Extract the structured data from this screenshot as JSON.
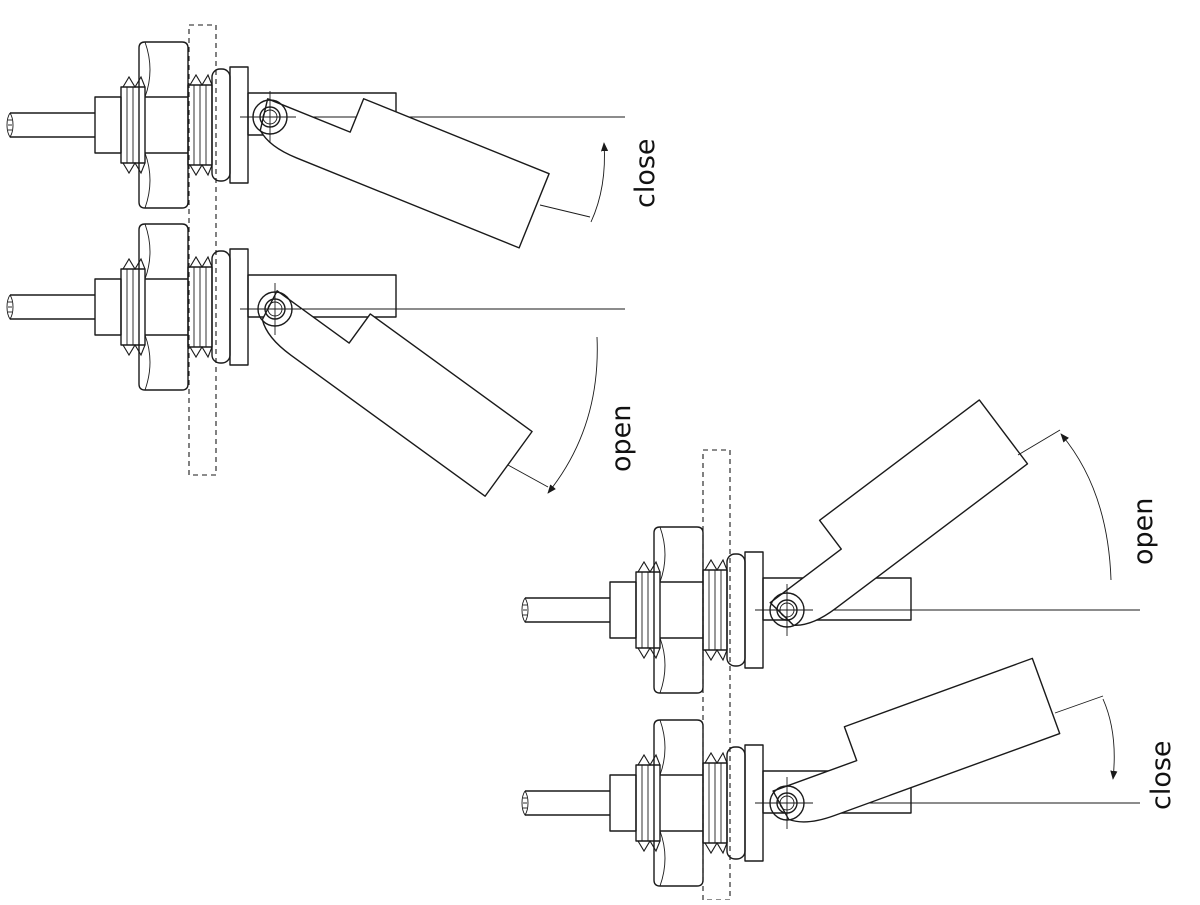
{
  "diagram": {
    "label_color": "#111111",
    "line_color": "#1a1a1a",
    "groups": [
      {
        "name": "upper-left-assembly",
        "switches": [
          {
            "name": "top-switch",
            "position_label": "close",
            "arrow_direction": "up"
          },
          {
            "name": "bottom-switch",
            "position_label": "open",
            "arrow_direction": "down"
          }
        ]
      },
      {
        "name": "lower-right-assembly",
        "switches": [
          {
            "name": "top-switch",
            "position_label": "open",
            "arrow_direction": "up"
          },
          {
            "name": "bottom-switch",
            "position_label": "close",
            "arrow_direction": "down"
          }
        ]
      }
    ]
  }
}
